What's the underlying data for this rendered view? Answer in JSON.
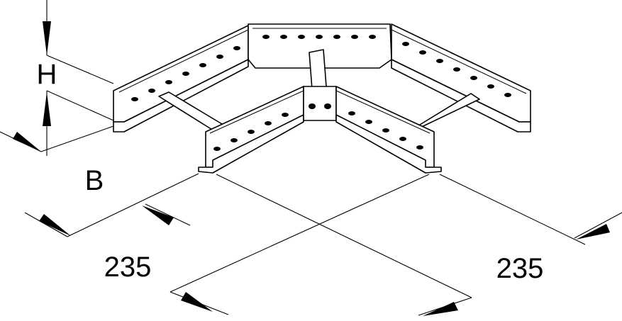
{
  "diagram": {
    "labels": {
      "height": "H",
      "width": "B",
      "dim_left": "235",
      "dim_right": "235"
    }
  }
}
